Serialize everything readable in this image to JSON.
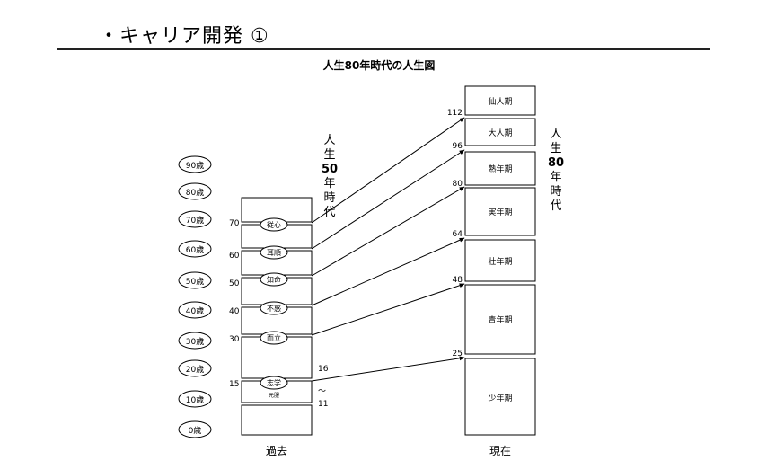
{
  "header": {
    "title": "・キャリア開発 ①",
    "subtitle": "人生80年時代の人生図"
  },
  "age_ovals": [
    "90歳",
    "80歳",
    "70歳",
    "60歳",
    "50歳",
    "40歳",
    "30歳",
    "20歳",
    "10歳",
    "0歳"
  ],
  "past": {
    "ticks": [
      "70",
      "60",
      "50",
      "40",
      "30",
      "15"
    ],
    "labels": [
      "従心",
      "耳順",
      "知命",
      "不惑",
      "而立",
      "志学"
    ],
    "small_label": "元服",
    "range_top": "16",
    "range_mark": "〜",
    "range_bottom": "11",
    "caption": "過去",
    "era_vertical": [
      "人",
      "生",
      "50",
      "年",
      "時",
      "代"
    ]
  },
  "present": {
    "stages": [
      "仙人期",
      "大人期",
      "熟年期",
      "実年期",
      "壮年期",
      "青年期",
      "少年期"
    ],
    "ticks": [
      "112",
      "96",
      "80",
      "64",
      "48",
      "25"
    ],
    "caption": "現在",
    "era_vertical": [
      "人",
      "生",
      "80",
      "年",
      "時",
      "代"
    ]
  }
}
